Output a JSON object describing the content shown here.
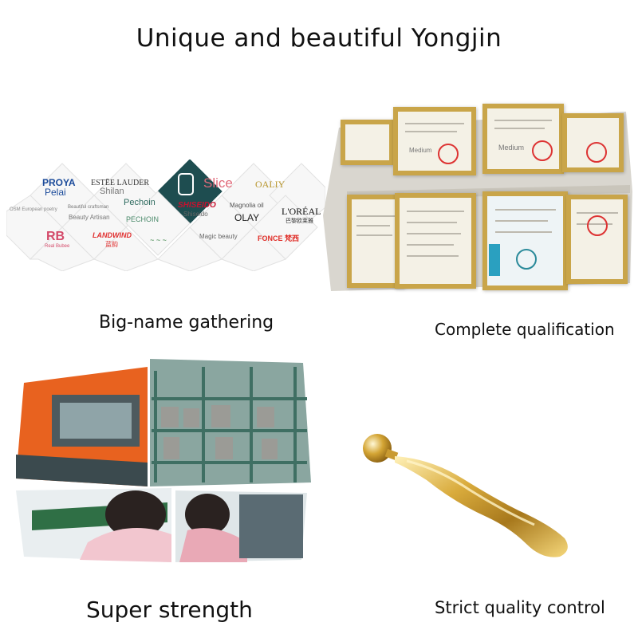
{
  "title": "Unique and beautiful Yongjin",
  "captions": {
    "big_name": "Big-name gathering",
    "qualification": "Complete qualification",
    "strength": "Super strength",
    "quality": "Strict quality control"
  },
  "brands": {
    "proya": "PROYA",
    "pelai": "Pelai",
    "estee": "ESTĒE LAUDER",
    "shilan": "Shilan",
    "pechoin1": "Pechoin",
    "slice": "Slice",
    "oaliy": "OALIY",
    "osm": "OSM European poetry",
    "craftsman": "Beautiful craftsman",
    "artisan": "Beauty Artisan",
    "pechoin2": "PECHOIN",
    "shiseido": "SHISEIDO",
    "shiseido2": "Shiseido",
    "magnolia": "Magnolia oil",
    "olay": "OLAY",
    "loreal": "L'ORÉAL",
    "loreal_cn": "巴黎欧莱雅",
    "realbubee": "Real Bubee",
    "landwind": "LANDWIND",
    "landwind_cn": "蓝韵",
    "magic": "Magic beauty",
    "fonce": "FONCE 梵西"
  },
  "certs": {
    "medium1": "Medium",
    "medium2": "Medium"
  },
  "colors": {
    "gold": "#c9a549",
    "pechoin_teal": "#1e4d50",
    "proya_blue": "#1a4a9a",
    "slice_pink": "#e06a7a",
    "shiseido_red": "#c8102e",
    "fonce_red": "#e0302a",
    "landwind_red": "#e03030"
  }
}
